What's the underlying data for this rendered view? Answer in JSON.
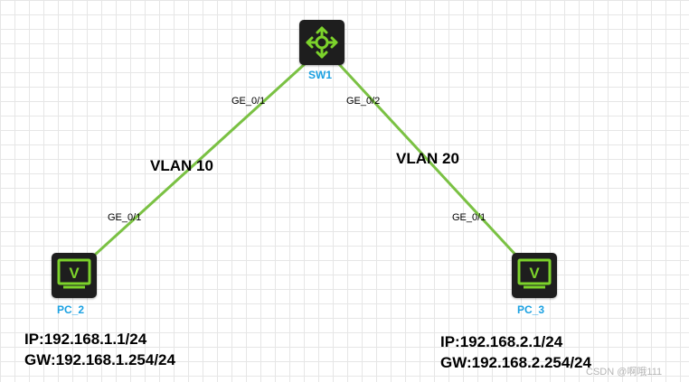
{
  "colors": {
    "link": "#7ac143",
    "node_bg": "#1e1e1e",
    "node_icon": "#7cd32b",
    "node_label": "#1ba1e2"
  },
  "nodes": {
    "sw1": {
      "label": "SW1",
      "icon": "switch-arrows-icon"
    },
    "pc2": {
      "label": "PC_2",
      "icon": "monitor-icon",
      "glyph": "V"
    },
    "pc3": {
      "label": "PC_3",
      "icon": "monitor-icon",
      "glyph": "V"
    }
  },
  "links": [
    {
      "from": "SW1",
      "to": "PC_2",
      "from_port": "GE_0/1",
      "to_port": "GE_0/1",
      "vlan": "VLAN 10"
    },
    {
      "from": "SW1",
      "to": "PC_3",
      "from_port": "GE_0/2",
      "to_port": "GE_0/1",
      "vlan": "VLAN 20"
    }
  ],
  "pc2_info": {
    "ip": "IP:192.168.1.1/24",
    "gw": "GW:192.168.1.254/24"
  },
  "pc3_info": {
    "ip": "IP:192.168.2.1/24",
    "gw": "GW:192.168.2.254/24"
  },
  "watermark": "CSDN @啊哦111"
}
